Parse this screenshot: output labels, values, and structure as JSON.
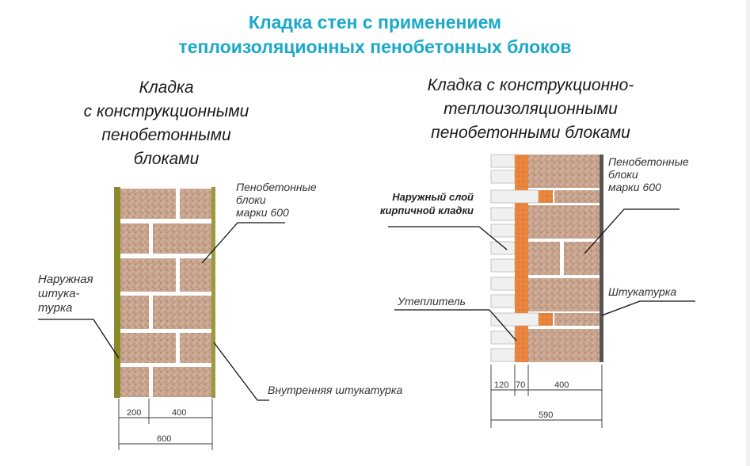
{
  "title": {
    "line1": "Кладка стен с применением",
    "line2": "теплоизоляционных пенобетонных блоков"
  },
  "left": {
    "heading": [
      "Кладка",
      "с конструкционными",
      "пенобетонными",
      "блоками"
    ],
    "label_blocks": [
      "Пенобетонные",
      "блоки",
      "марки 600"
    ],
    "label_outer": [
      "Наружная",
      "штука-",
      "турка"
    ],
    "label_inner": "Внутренняя штукатурка",
    "dims": {
      "a": "200",
      "b": "400",
      "total": "600"
    }
  },
  "right": {
    "heading": [
      "Кладка с конструкционно-",
      "теплоизоляционными",
      "пенобетонными блоками"
    ],
    "label_brick": [
      "Наружный слой",
      "кирпичной кладки"
    ],
    "label_blocks": [
      "Пенобетонные",
      "блоки",
      "марки 600"
    ],
    "label_insul": "Утеплитель",
    "label_plaster": "Штукатурка",
    "dims": {
      "a": "120",
      "b": "70",
      "c": "400",
      "total": "590"
    }
  },
  "colors": {
    "title": "#1aa9c9",
    "block": "#c9a48e",
    "plaster": "#8a8a2a",
    "insulation": "#e8843c",
    "brick": "#f0f0f0"
  }
}
